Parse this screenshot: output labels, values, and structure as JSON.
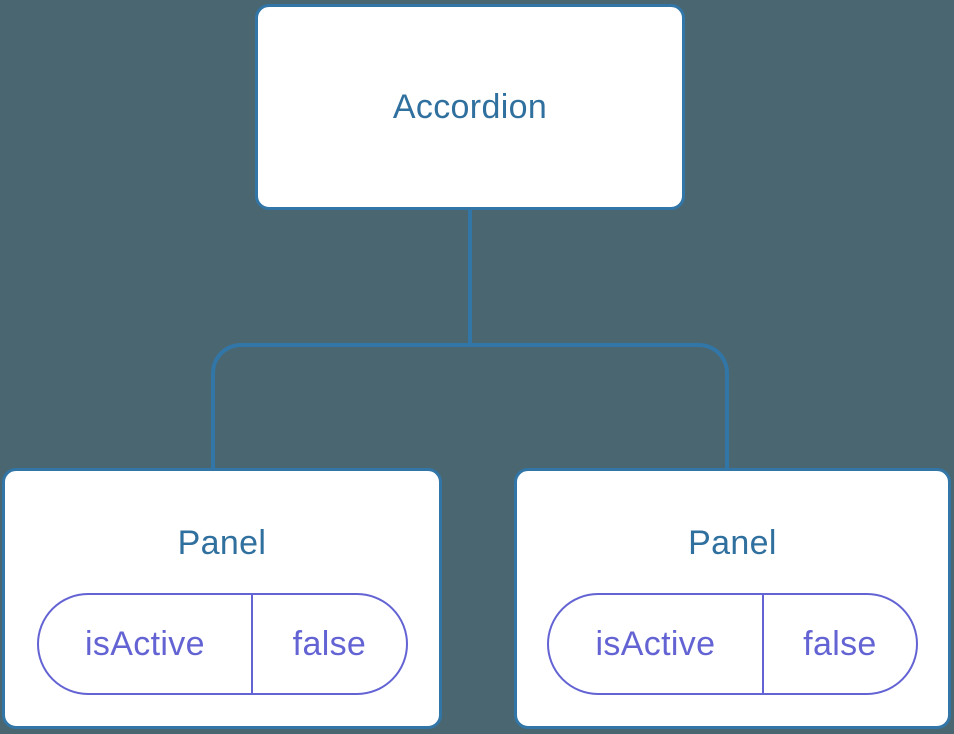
{
  "colors": {
    "background": "#4A6771",
    "node_fill": "#FFFFFF",
    "node_border": "#3176A7",
    "node_text": "#30709F",
    "connector": "#3176A7",
    "state_border": "#6363D4",
    "state_text": "#6363D4"
  },
  "tree": {
    "root": {
      "label": "Accordion"
    },
    "children": [
      {
        "label": "Panel",
        "state": {
          "name": "isActive",
          "value": "false"
        }
      },
      {
        "label": "Panel",
        "state": {
          "name": "isActive",
          "value": "false"
        }
      }
    ]
  }
}
